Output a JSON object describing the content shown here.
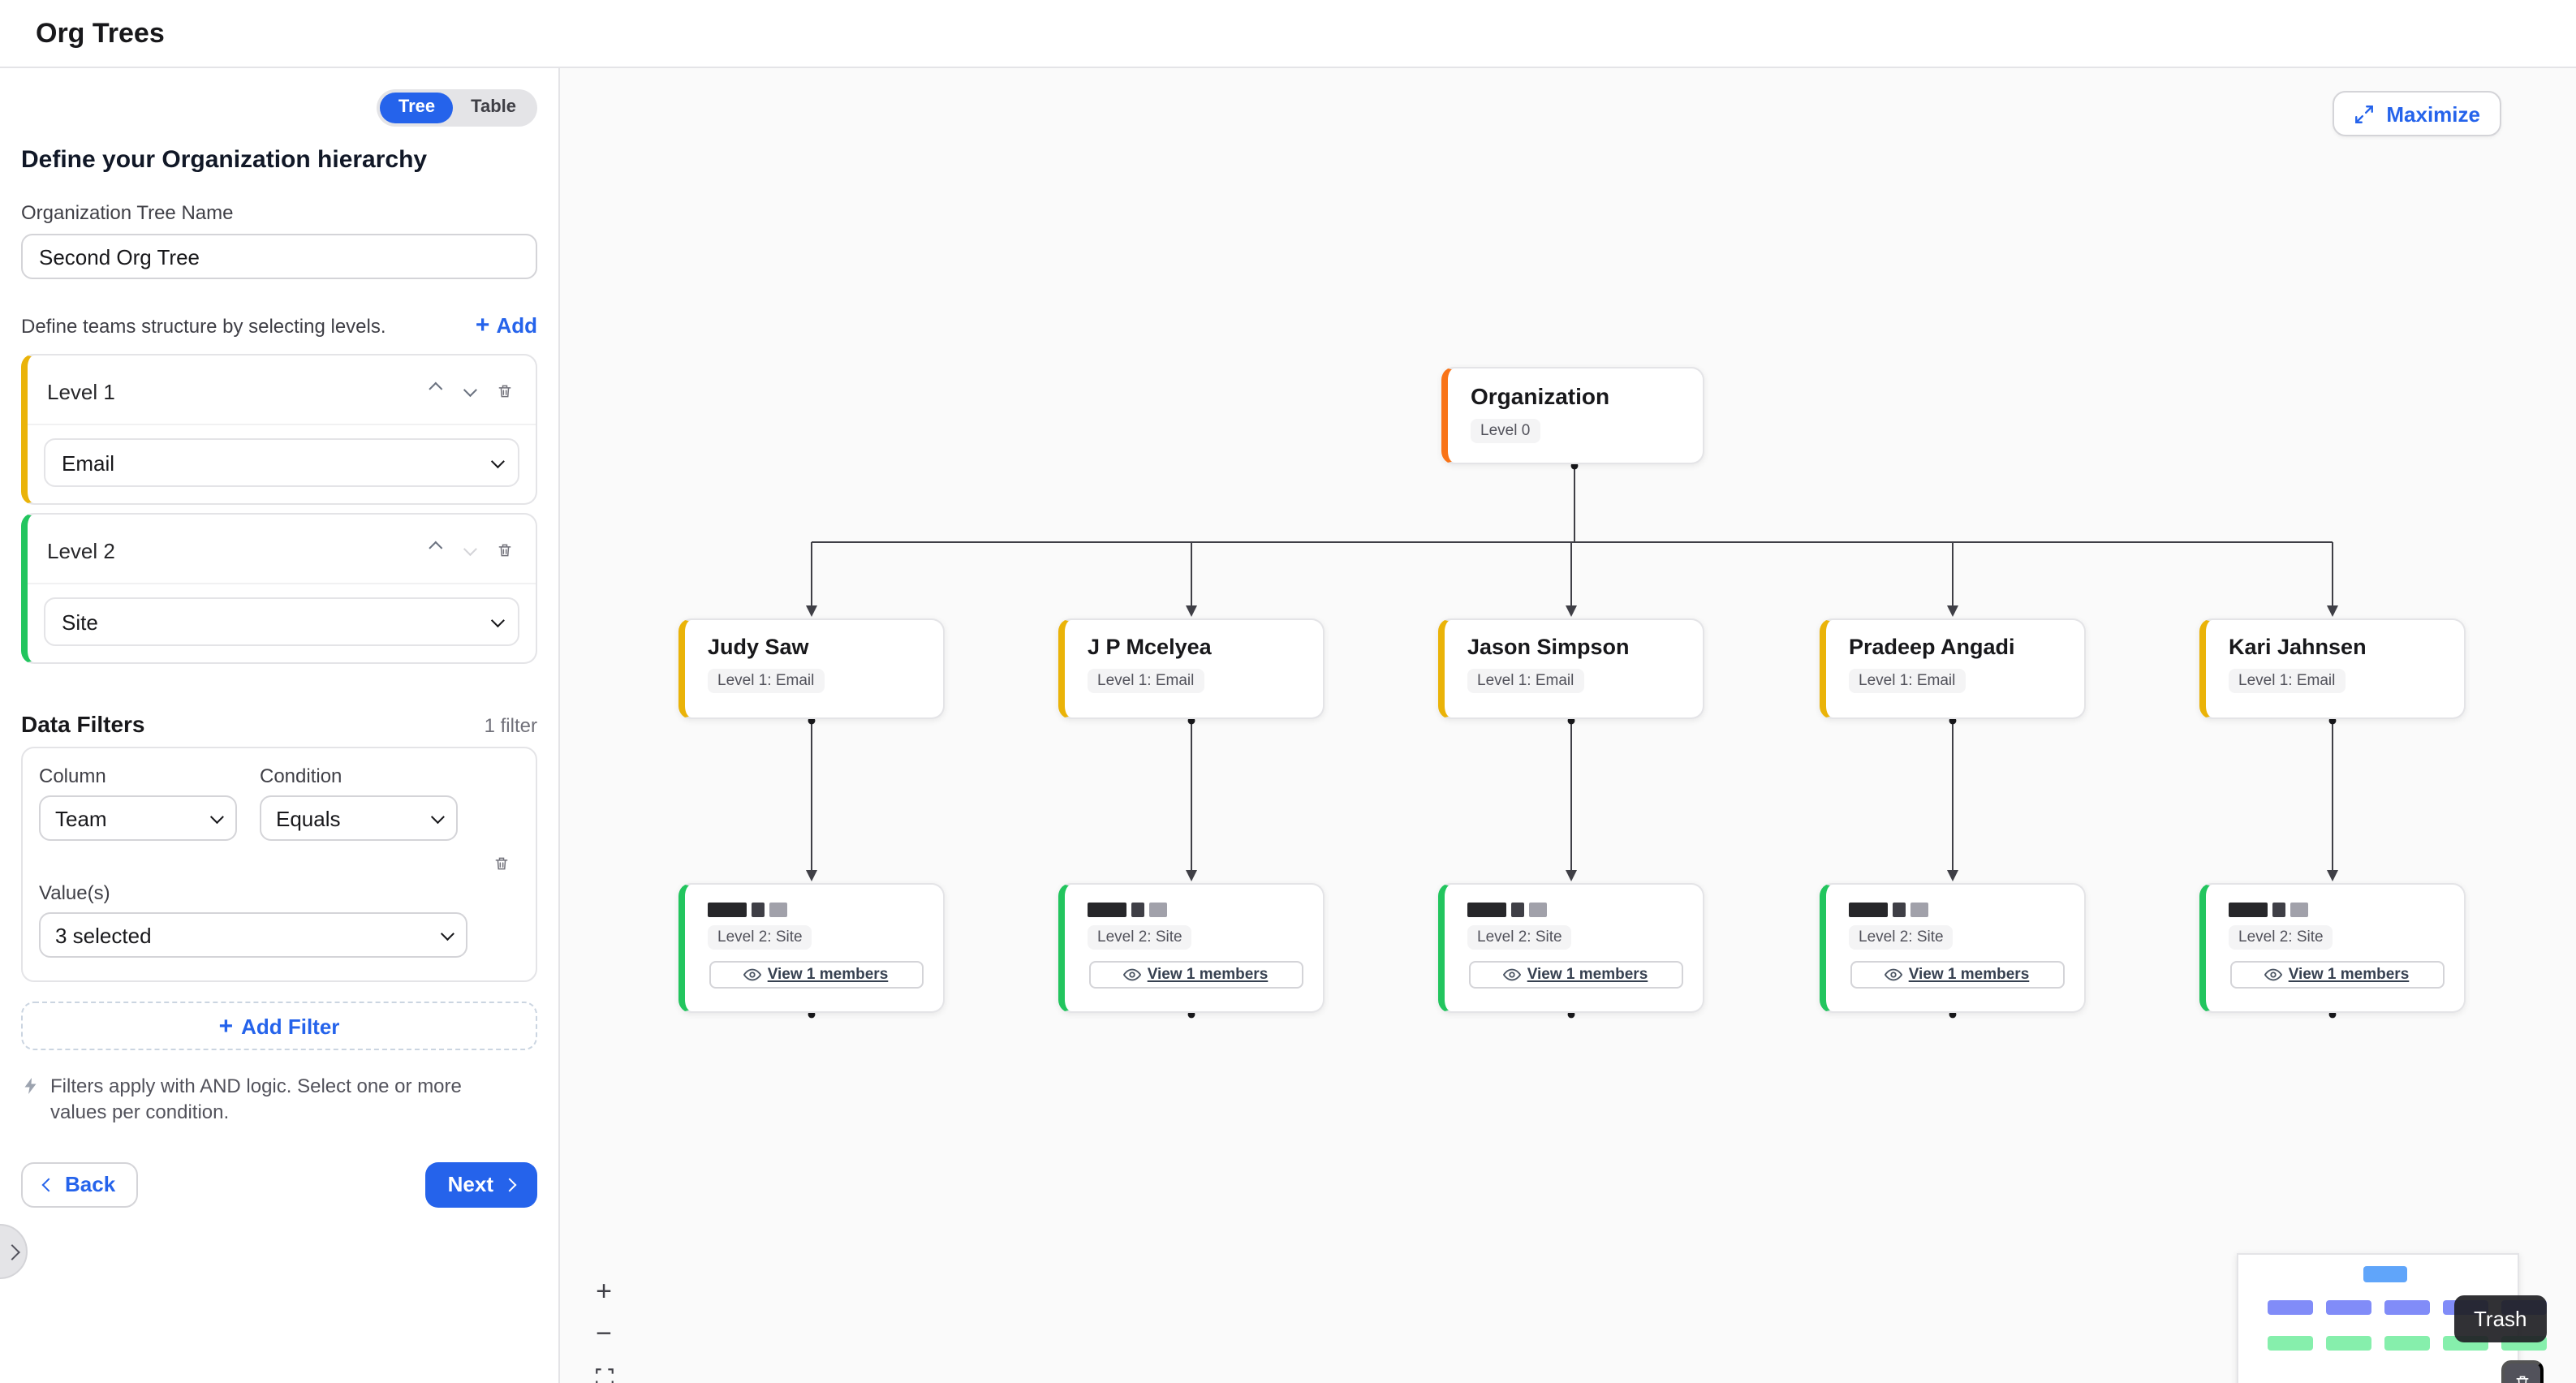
{
  "header": {
    "title": "Org Trees"
  },
  "icons": {
    "plus": "+"
  },
  "sidebar": {
    "view_toggle": {
      "tree": "Tree",
      "table": "Table"
    },
    "heading": "Define your Organization hierarchy",
    "tree_name": {
      "label": "Organization Tree Name",
      "value": "Second Org Tree"
    },
    "levels_section": {
      "hint": "Define teams structure by selecting levels.",
      "add_label": "Add"
    },
    "levels": [
      {
        "name": "Level 1",
        "field": "Email",
        "color": "#eab308"
      },
      {
        "name": "Level 2",
        "field": "Site",
        "color": "#22c55e"
      }
    ],
    "filters": {
      "title": "Data Filters",
      "count": "1 filter",
      "column_label": "Column",
      "condition_label": "Condition",
      "column_value": "Team",
      "condition_value": "Equals",
      "values_label": "Value(s)",
      "values_value": "3 selected",
      "add_filter_label": "Add Filter",
      "note": "Filters apply with AND logic. Select one or more values per condition."
    },
    "footer": {
      "back_label": "Back",
      "next_label": "Next"
    }
  },
  "canvas": {
    "maximize_label": "Maximize",
    "root": {
      "title": "Organization",
      "badge": "Level 0",
      "color": "#f97316"
    },
    "level1_badge": "Level 1: Email",
    "level2_badge": "Level 2: Site",
    "view_members_label": "View 1 members",
    "level1_nodes": [
      "Judy Saw",
      "J P Mcelyea",
      "Jason Simpson",
      "Pradeep Angadi",
      "Kari Jahnsen"
    ],
    "controls": {
      "zoom_in": "+",
      "zoom_out": "−"
    },
    "trash_tooltip": "Trash",
    "minimap_colors": {
      "root": "#60a5fa",
      "level1": "#818cf8",
      "level2": "#86efac"
    }
  },
  "colors": {
    "accent": "#2563eb"
  }
}
